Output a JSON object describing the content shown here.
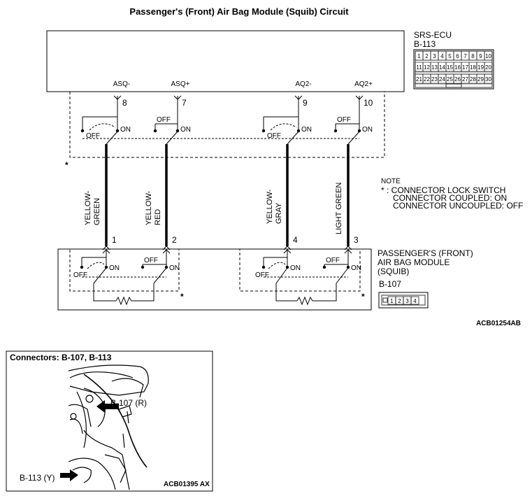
{
  "diagram": {
    "title": "Passenger's (Front) Air Bag Module (Squib) Circuit",
    "ecu": {
      "name": "SRS-ECU",
      "connector": "B-113",
      "pins": [
        [
          "1",
          "2",
          "3",
          "4",
          "5",
          "6",
          "7",
          "8",
          "9",
          "10"
        ],
        [
          "11",
          "12",
          "13",
          "14",
          "15",
          "16",
          "17",
          "18",
          "19",
          "20"
        ],
        [
          "21",
          "22",
          "23",
          "24",
          "25",
          "26",
          "27",
          "28",
          "29",
          "30"
        ]
      ]
    },
    "terminals": [
      {
        "name": "ASQ-",
        "ecu_pin": "8",
        "module_pin": "1",
        "wire": [
          "YELLOW-",
          "GREEN"
        ]
      },
      {
        "name": "ASQ+",
        "ecu_pin": "7",
        "module_pin": "2",
        "wire": [
          "YELLOW-",
          "RED"
        ]
      },
      {
        "name": "AQ2-",
        "ecu_pin": "9",
        "module_pin": "4",
        "wire": [
          "YELLOW-",
          "GRAY"
        ]
      },
      {
        "name": "AQ2+",
        "ecu_pin": "10",
        "module_pin": "3",
        "wire": [
          "LIGHT GREEN"
        ]
      }
    ],
    "switch_labels": {
      "off": "OFF",
      "on": "ON"
    },
    "asterisk": "*",
    "note": {
      "title": "NOTE",
      "lines": [
        "* : CONNECTOR LOCK SWITCH",
        "CONNECTOR COUPLED: ON",
        "CONNECTOR UNCOUPLED: OFF"
      ]
    },
    "module": {
      "name_lines": [
        "PASSENGER'S (FRONT)",
        "AIR BAG MODULE",
        "(SQUIB)"
      ],
      "connector": "B-107",
      "pins": [
        "1",
        "2",
        "3",
        "4"
      ]
    },
    "figure_code": "ACB01254AB"
  },
  "locator": {
    "title": "Connectors: B-107, B-113",
    "callout_b107": "B-107 (R)",
    "callout_b113": "B-113 (Y)",
    "figure_code": "ACB01395 AX"
  }
}
